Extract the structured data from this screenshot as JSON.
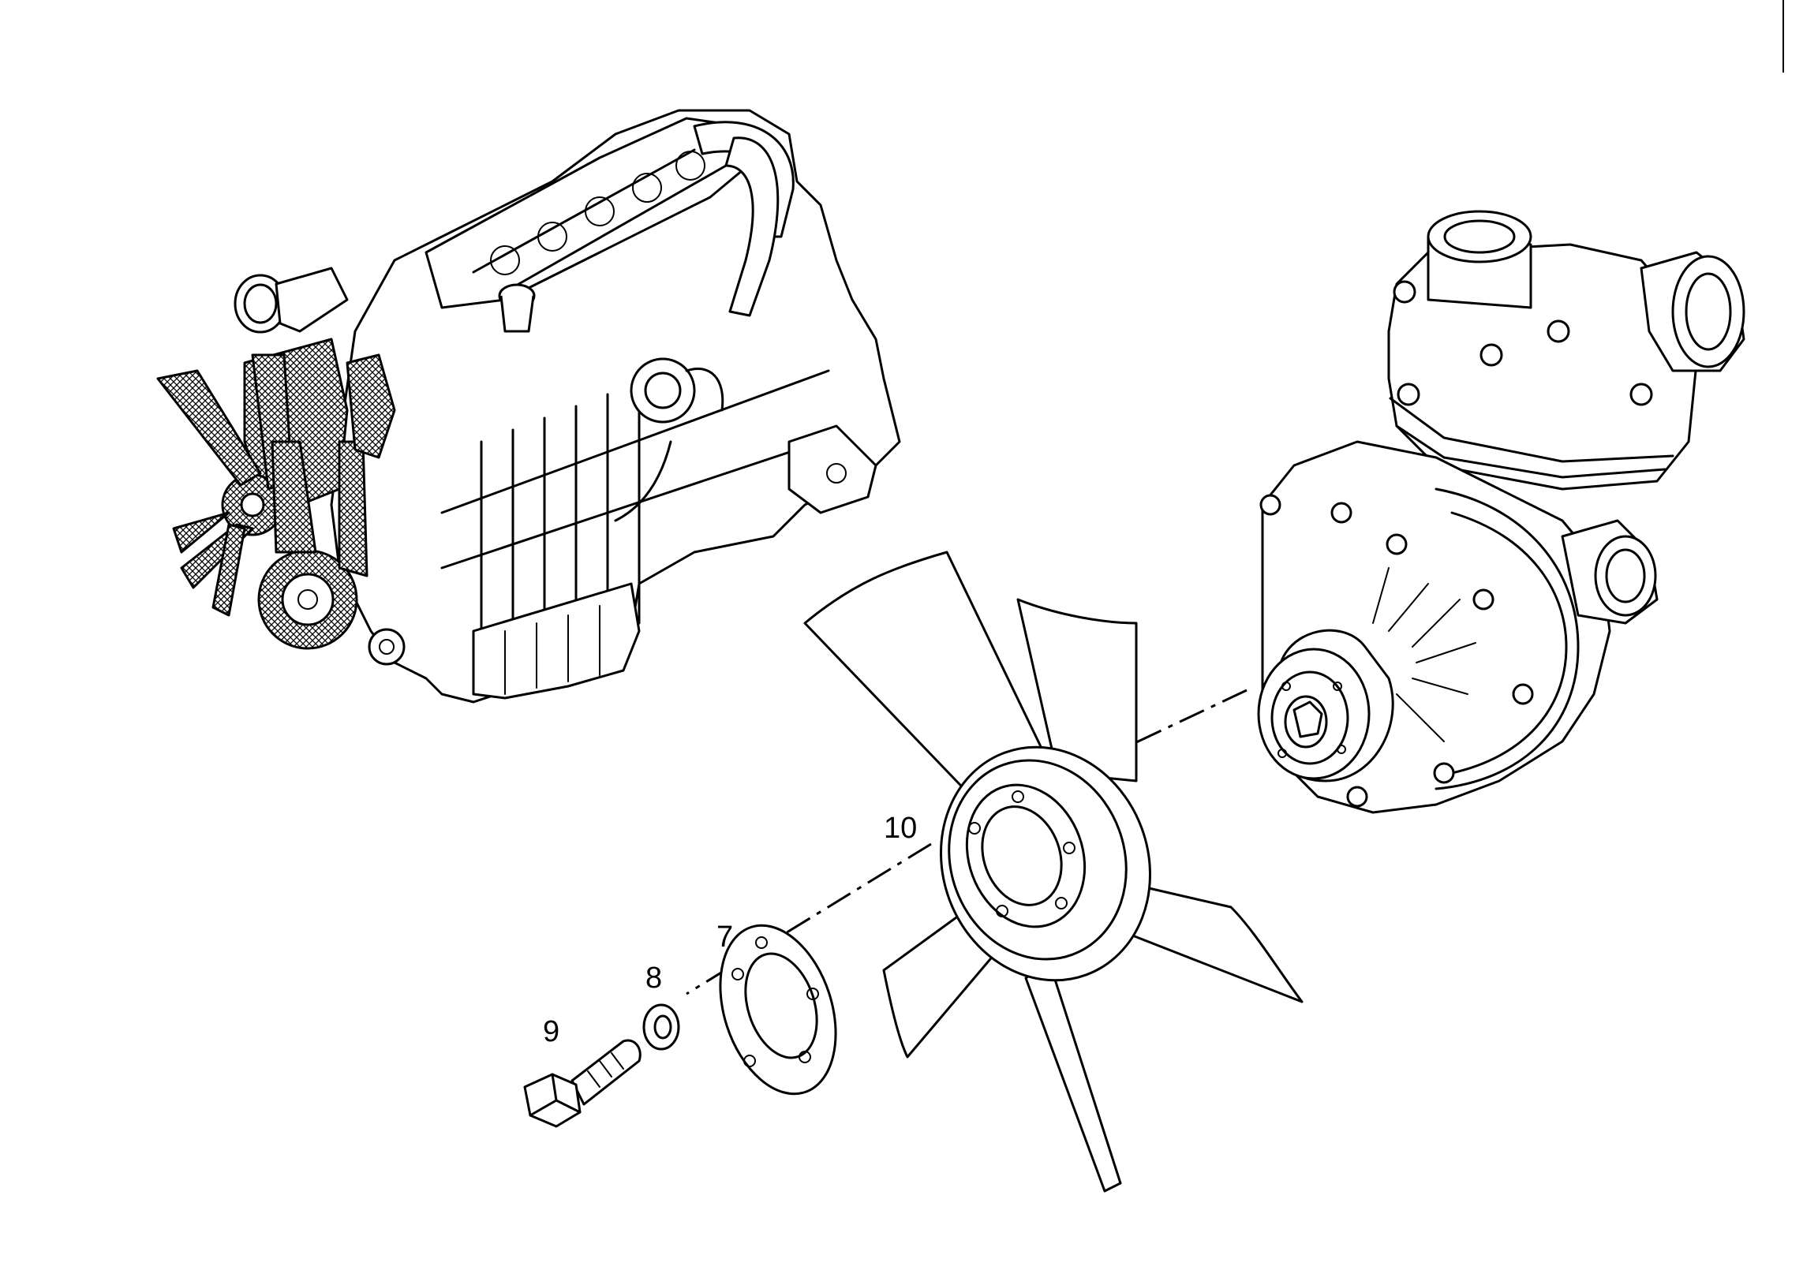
{
  "callouts": {
    "part_7": "7",
    "part_8": "8",
    "part_9": "9",
    "part_10": "10"
  },
  "colors": {
    "ink": "#000000",
    "paper": "#ffffff"
  }
}
